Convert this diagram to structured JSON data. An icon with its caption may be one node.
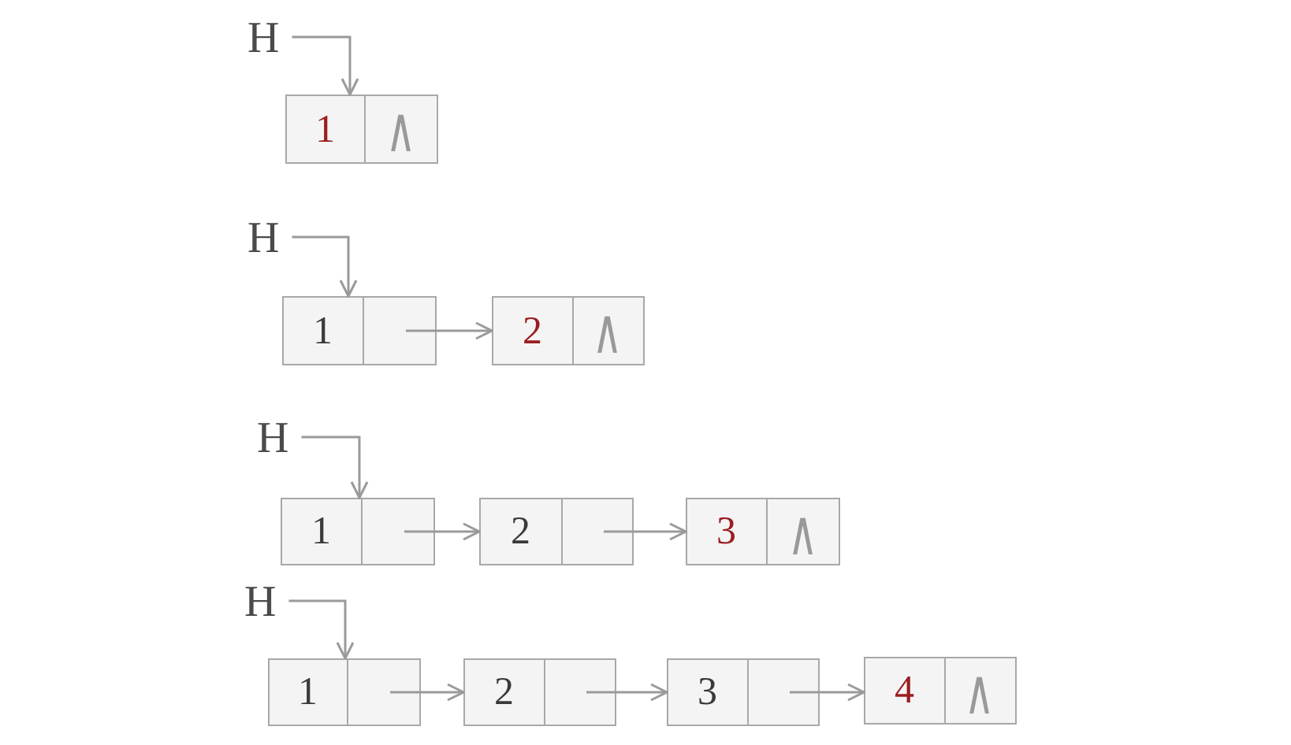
{
  "diagram": {
    "nodes": [
      {
        "text": [
          "H"
        ]
      },
      {
        "text": [
          "1",
          "∧"
        ]
      },
      {
        "text": [
          "H"
        ]
      },
      {
        "text": [
          "1"
        ]
      },
      {
        "text": [
          "2",
          "∧"
        ]
      },
      {
        "text": [
          "H"
        ]
      },
      {
        "text": [
          "1"
        ]
      },
      {
        "text": [
          "2"
        ]
      },
      {
        "text": [
          "3",
          "∧"
        ]
      },
      {
        "text": [
          "H"
        ]
      },
      {
        "text": [
          "1"
        ]
      },
      {
        "text": [
          "2"
        ]
      },
      {
        "text": [
          "3"
        ]
      },
      {
        "text": [
          "4",
          "∧"
        ]
      }
    ],
    "edges": [
      {
        "from": 0,
        "to": 1,
        "arrow": "to"
      },
      {
        "from": 2,
        "to": 3,
        "arrow": "to"
      },
      {
        "from": 3,
        "to": 4,
        "arrow": "to"
      },
      {
        "from": 5,
        "to": 6,
        "arrow": "to"
      },
      {
        "from": 6,
        "to": 7,
        "arrow": "to"
      },
      {
        "from": 7,
        "to": 8,
        "arrow": "to"
      },
      {
        "from": 9,
        "to": 10,
        "arrow": "to"
      },
      {
        "from": 10,
        "to": 11,
        "arrow": "to"
      },
      {
        "from": 11,
        "to": 12,
        "arrow": "to"
      },
      {
        "from": 12,
        "to": 13,
        "arrow": "to"
      }
    ]
  }
}
